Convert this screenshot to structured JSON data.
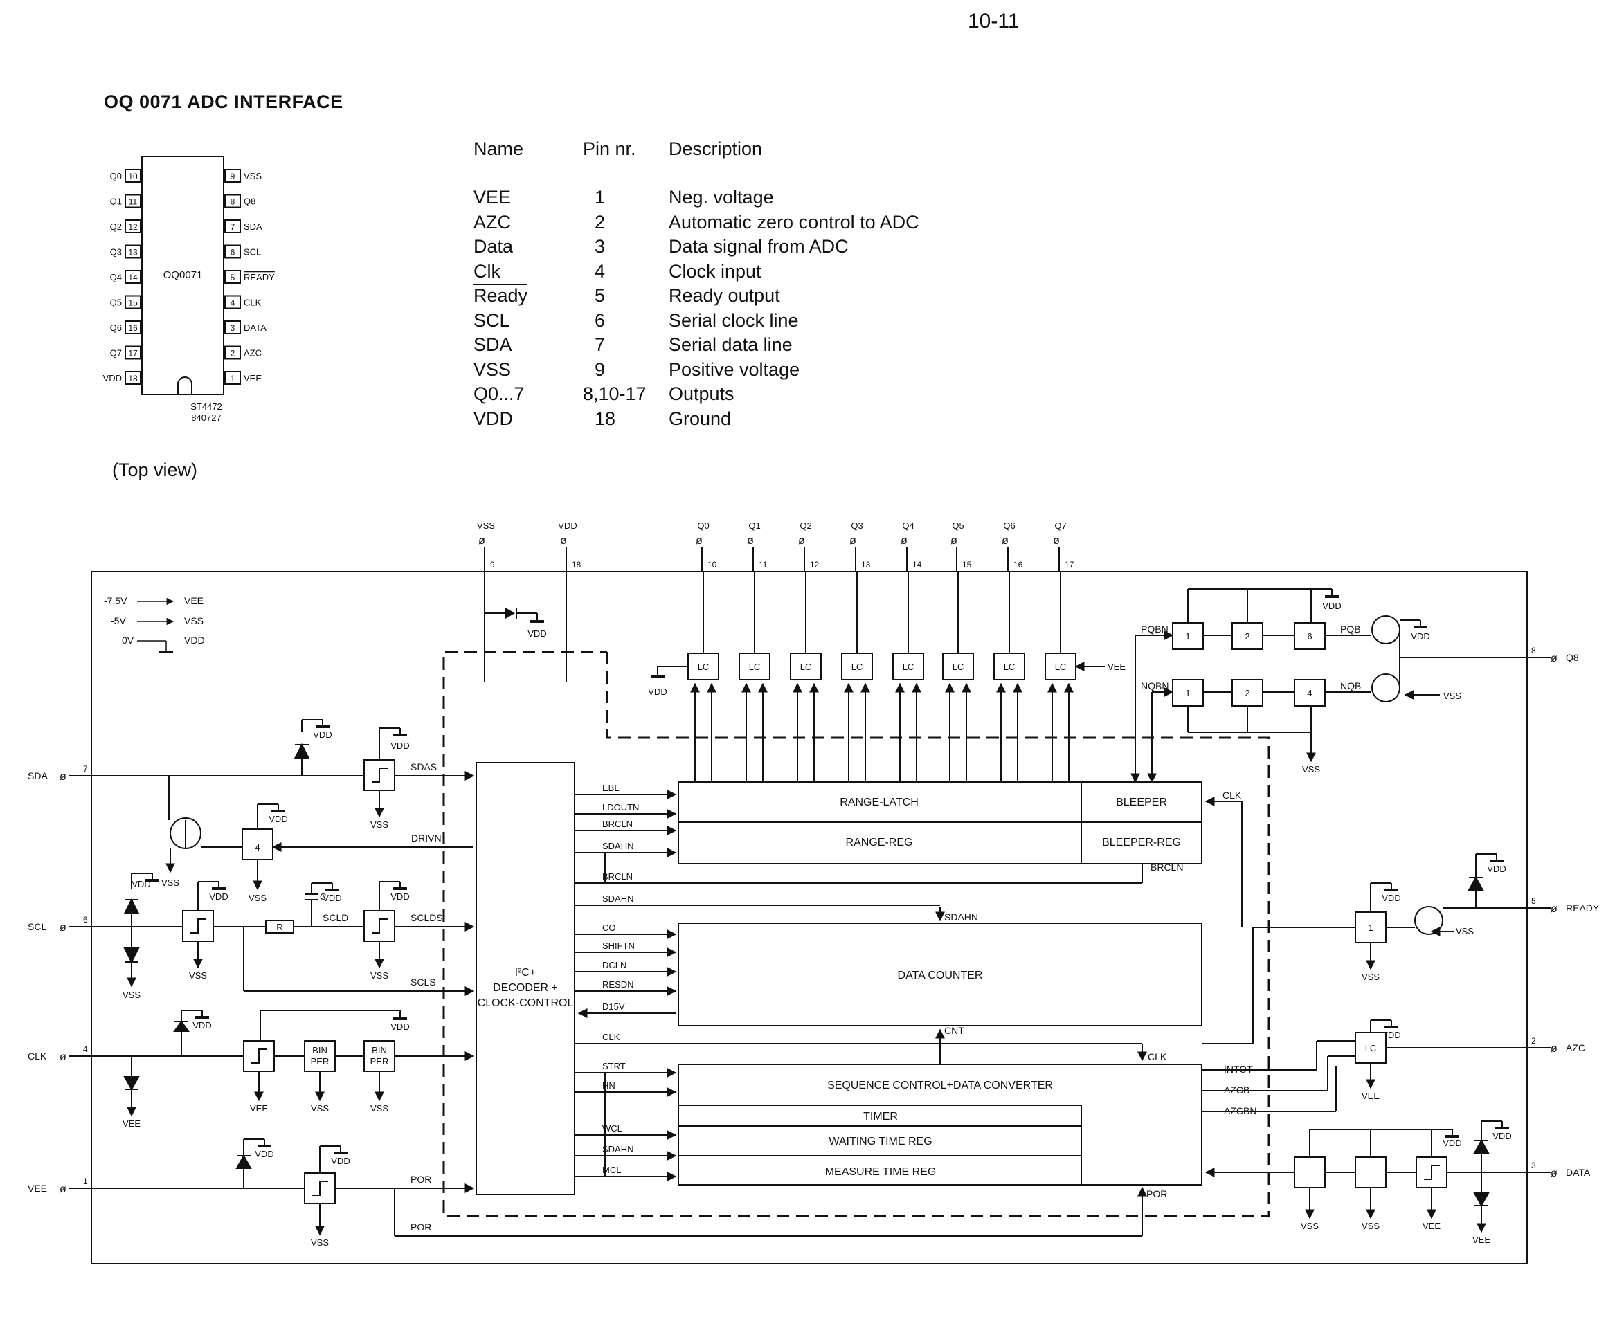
{
  "page_number": "10-11",
  "title": "OQ 0071 ADC INTERFACE",
  "pin_table": {
    "headers": {
      "name": "Name",
      "pin": "Pin nr.",
      "description": "Description"
    },
    "rows": [
      {
        "name": "VEE",
        "pin": "1",
        "description": "Neg. voltage"
      },
      {
        "name": "AZC",
        "pin": "2",
        "description": "Automatic zero control to ADC"
      },
      {
        "name": "Data",
        "pin": "3",
        "description": "Data signal from ADC"
      },
      {
        "name": "Clk",
        "pin": "4",
        "description": "Clock input"
      },
      {
        "name": "Ready",
        "pin": "5",
        "description": "Ready output"
      },
      {
        "name": "SCL",
        "pin": "6",
        "description": "Serial clock line"
      },
      {
        "name": "SDA",
        "pin": "7",
        "description": "Serial data line"
      },
      {
        "name": "VSS",
        "pin": "9",
        "description": "Positive voltage"
      },
      {
        "name": "Q0...7",
        "pin": "8,10-17",
        "description": "Outputs"
      },
      {
        "name": "VDD",
        "pin": "18",
        "description": "Ground"
      }
    ]
  },
  "chip": {
    "name": "OQ0071",
    "code_line1": "ST4472",
    "code_line2": "840727",
    "left_pins": [
      {
        "label": "Q0",
        "num": "10"
      },
      {
        "label": "Q1",
        "num": "11"
      },
      {
        "label": "Q2",
        "num": "12"
      },
      {
        "label": "Q3",
        "num": "13"
      },
      {
        "label": "Q4",
        "num": "14"
      },
      {
        "label": "Q5",
        "num": "15"
      },
      {
        "label": "Q6",
        "num": "16"
      },
      {
        "label": "Q7",
        "num": "17"
      },
      {
        "label": "VDD",
        "num": "18"
      }
    ],
    "right_pins": [
      {
        "label": "VSS",
        "num": "9"
      },
      {
        "label": "Q8",
        "num": "8"
      },
      {
        "label": "SDA",
        "num": "7"
      },
      {
        "label": "SCL",
        "num": "6"
      },
      {
        "label": "READY",
        "num": "5"
      },
      {
        "label": "CLK",
        "num": "4"
      },
      {
        "label": "DATA",
        "num": "3"
      },
      {
        "label": "AZC",
        "num": "2"
      },
      {
        "label": "VEE",
        "num": "1"
      }
    ]
  },
  "top_view_caption": "(Top view)",
  "legend": {
    "lines": [
      {
        "volt": "-7,5V",
        "rail": "VEE"
      },
      {
        "volt": "-5V",
        "rail": "VSS"
      },
      {
        "volt": "0V",
        "rail": "VDD"
      }
    ]
  },
  "top_pins": [
    {
      "label": "VSS",
      "num": "9"
    },
    {
      "label": "VDD",
      "num": "18"
    },
    {
      "label": "Q0",
      "num": "10"
    },
    {
      "label": "Q1",
      "num": "11"
    },
    {
      "label": "Q2",
      "num": "12"
    },
    {
      "label": "Q3",
      "num": "13"
    },
    {
      "label": "Q4",
      "num": "14"
    },
    {
      "label": "Q5",
      "num": "15"
    },
    {
      "label": "Q6",
      "num": "16"
    },
    {
      "label": "Q7",
      "num": "17"
    }
  ],
  "left_inputs": [
    {
      "label": "SDA",
      "num": "7"
    },
    {
      "label": "SCL",
      "num": "6"
    },
    {
      "label": "CLK",
      "num": "4"
    },
    {
      "label": "VEE",
      "num": "1"
    }
  ],
  "right_outputs": [
    {
      "label": "Q8",
      "num": "8"
    },
    {
      "label": "READY",
      "num": "5"
    },
    {
      "label": "AZC",
      "num": "2"
    },
    {
      "label": "DATA",
      "num": "3"
    }
  ],
  "blocks": {
    "decoder_l1": "I²C+",
    "decoder_l2": "DECODER +",
    "decoder_l3": "CLOCK-CONTROL",
    "range_latch": "RANGE-LATCH",
    "range_reg": "RANGE-REG",
    "bleeper": "BLEEPER",
    "bleeper_reg": "BLEEPER-REG",
    "data_counter": "DATA COUNTER",
    "sequence": "SEQUENCE CONTROL+DATA CONVERTER",
    "timer": "TIMER",
    "waiting": "WAITING TIME REG",
    "measure": "MEASURE TIME REG",
    "lc": "LC",
    "bin_per_1": "BIN",
    "bin_per_2": "PER",
    "resistor": "R",
    "cap": "C"
  },
  "signals": {
    "sdas": "SDAS",
    "drivn": "DRIVN",
    "sclds": "SCLDS",
    "scls": "SCLS",
    "scld": "SCLD",
    "por": "POR",
    "ebl": "EBL",
    "ldoutn": "LDOUTN",
    "brcln": "BRCLN",
    "sdahn": "SDAHN",
    "co": "CO",
    "shiftn": "SHIFTN",
    "dcln": "DCLN",
    "resdn": "RESDN",
    "d15v": "D15V",
    "clk": "CLK",
    "strt": "STRT",
    "hn": "HN",
    "wcl": "WCL",
    "mcl": "MCL",
    "cnt": "CNT",
    "intot": "INTOT",
    "azcb": "AZCB",
    "azcbn": "AZCBN",
    "pqbn": "PQBN",
    "pqb": "PQB",
    "nqbn": "NQBN",
    "nqb": "NQB",
    "vdd": "VDD",
    "vss": "VSS",
    "vee": "VEE"
  },
  "counter_values": {
    "n1": "1",
    "n2": "2",
    "n6": "6",
    "n4": "4",
    "n4b": "4"
  }
}
